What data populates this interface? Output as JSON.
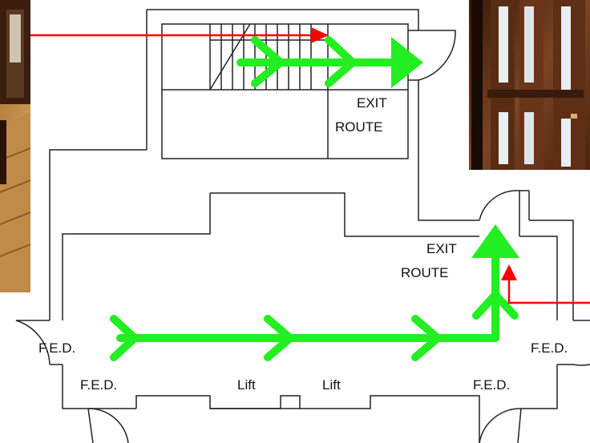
{
  "labels": {
    "exit_route_top": [
      "EXIT",
      "ROUTE"
    ],
    "exit_route_right": [
      "EXIT",
      "ROUTE"
    ],
    "fed_left": "F.E.D.",
    "fed_right": "F.E.D.",
    "fed_bottom_left": "F.E.D.",
    "fed_bottom_right": "F.E.D.",
    "lift_left": "Lift",
    "lift_right": "Lift"
  },
  "photos": {
    "left": "corridor-photo",
    "right": "wooden-door-photo"
  },
  "colors": {
    "route": "#22ee22",
    "pointer": "#ff0000",
    "wall": "#222222",
    "wood": "#6a3a1e",
    "wood_dark": "#2a1208"
  }
}
